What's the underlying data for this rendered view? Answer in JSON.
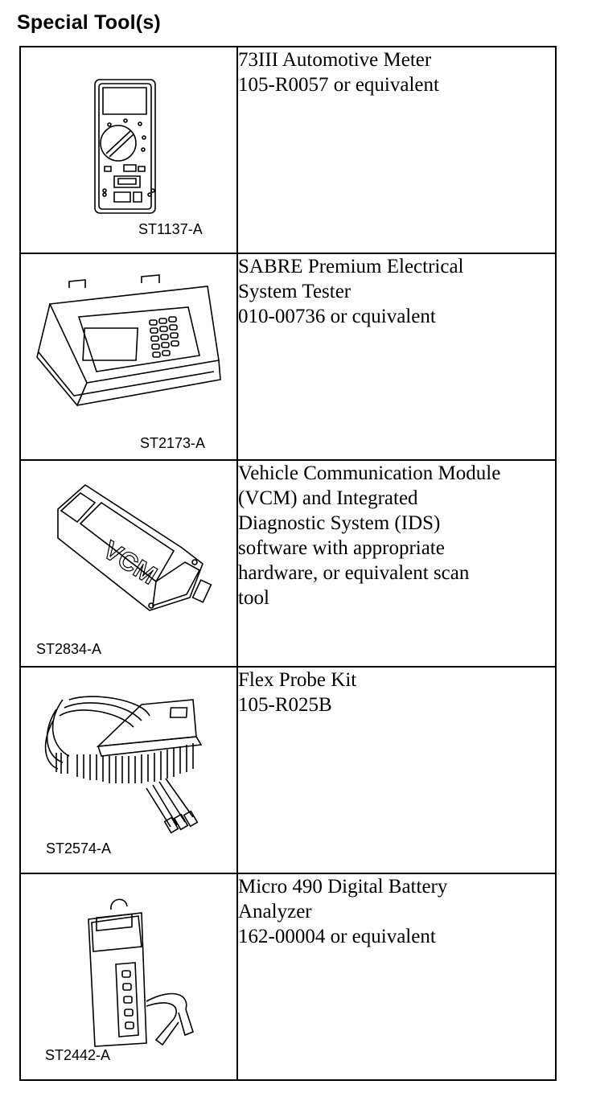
{
  "heading": "Special Tool(s)",
  "tools": [
    {
      "figure": "ST1137-A",
      "icon": "multimeter-icon",
      "lines": [
        "73III Automotive Meter",
        "105-R0057 or equivalent"
      ]
    },
    {
      "figure": "ST2173-A",
      "icon": "electrical-tester-icon",
      "lines": [
        "SABRE Premium Electrical",
        "System Tester",
        "010-00736 or cquivalent"
      ]
    },
    {
      "figure": "ST2834-A",
      "icon": "vcm-module-icon",
      "vcm_text": "VCM",
      "lines": [
        "Vehicle Communication Module",
        "(VCM) and Integrated",
        "Diagnostic System (IDS)",
        "software with appropriate",
        "hardware, or equivalent scan",
        "tool"
      ]
    },
    {
      "figure": "ST2574-A",
      "icon": "flex-probe-kit-icon",
      "lines": [
        "Flex Probe Kit",
        "105-R025B"
      ]
    },
    {
      "figure": "ST2442-A",
      "icon": "battery-analyzer-icon",
      "lines": [
        "Micro 490 Digital Battery",
        "Analyzer",
        "162-00004 or equivalent"
      ]
    }
  ]
}
